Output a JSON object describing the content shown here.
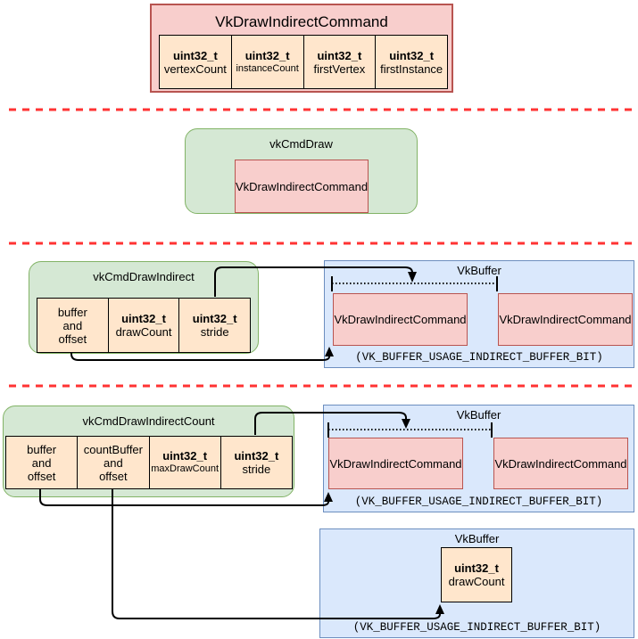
{
  "colors": {
    "struct_fill": "#f8cecc",
    "struct_stroke": "#b85450",
    "command_fill": "#d5e8d4",
    "command_stroke": "#82b366",
    "param_fill": "#ffe6cc",
    "param_stroke": "#000000",
    "buffer_fill": "#dae8fc",
    "buffer_stroke": "#6c8ebf",
    "separator": "#ff3333",
    "connector": "#000000"
  },
  "struct_def": {
    "title": "VkDrawIndirectCommand",
    "fields": [
      {
        "type": "uint32_t",
        "name": "vertexCount"
      },
      {
        "type": "uint32_t",
        "name": "instanceCount"
      },
      {
        "type": "uint32_t",
        "name": "firstVertex"
      },
      {
        "type": "uint32_t",
        "name": "firstInstance"
      }
    ]
  },
  "cmd_draw": {
    "title": "vkCmdDraw",
    "command": "VkDrawIndirectCommand"
  },
  "cmd_draw_indirect": {
    "title": "vkCmdDrawIndirect",
    "params": [
      {
        "label": "buffer\nand\noffset"
      },
      {
        "type": "uint32_t",
        "name": "drawCount"
      },
      {
        "type": "uint32_t",
        "name": "stride"
      }
    ]
  },
  "cmd_draw_indirect_count": {
    "title": "vkCmdDrawIndirectCount",
    "params": [
      {
        "label": "buffer\nand\noffset"
      },
      {
        "label": "countBuffer\nand\noffset"
      },
      {
        "type": "uint32_t",
        "name": "maxDrawCount"
      },
      {
        "type": "uint32_t",
        "name": "stride"
      }
    ]
  },
  "buffer1": {
    "title": "VkBuffer",
    "commands": [
      "VkDrawIndirectCommand",
      "VkDrawIndirectCommand"
    ],
    "usage": "(VK_BUFFER_USAGE_INDIRECT_BUFFER_BIT)"
  },
  "buffer2": {
    "title": "VkBuffer",
    "commands": [
      "VkDrawIndirectCommand",
      "VkDrawIndirectCommand"
    ],
    "usage": "(VK_BUFFER_USAGE_INDIRECT_BUFFER_BIT)"
  },
  "buffer3": {
    "title": "VkBuffer",
    "field": {
      "type": "uint32_t",
      "name": "drawCount"
    },
    "usage": "(VK_BUFFER_USAGE_INDIRECT_BUFFER_BIT)"
  }
}
